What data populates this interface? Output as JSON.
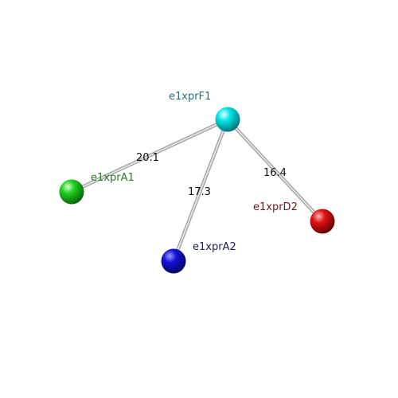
{
  "diagram": {
    "nodes": [
      {
        "id": "F1",
        "label": "e1xprF1",
        "color": "#00e5e8",
        "label_color": "#2a6f80"
      },
      {
        "id": "A1",
        "label": "e1xprA1",
        "color": "#1fd11f",
        "label_color": "#2f7a2f"
      },
      {
        "id": "A2",
        "label": "e1xprA2",
        "color": "#1212d6",
        "label_color": "#20205a"
      },
      {
        "id": "D2",
        "label": "e1xprD2",
        "color": "#e01010",
        "label_color": "#6a1a1a"
      }
    ],
    "edges": [
      {
        "from": "F1",
        "to": "A1",
        "label": "20.1"
      },
      {
        "from": "F1",
        "to": "A2",
        "label": "17.3"
      },
      {
        "from": "F1",
        "to": "D2",
        "label": "16.4"
      }
    ]
  }
}
